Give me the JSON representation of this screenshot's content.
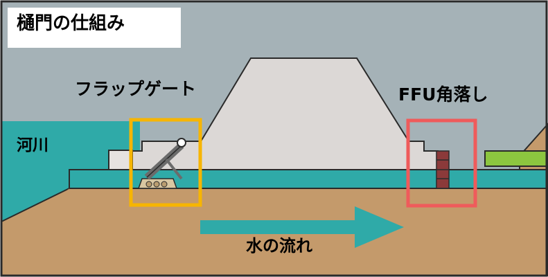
{
  "title": "樋門の仕組み",
  "labels": {
    "flap_gate": "フラップゲート",
    "ffu_stoplog": "FFU角落し",
    "river": "河川",
    "water_flow": "水の流れ"
  },
  "colors": {
    "sky": "#a5b2b7",
    "river_water": "#2faaa8",
    "pipe_water": "#2faaa8",
    "earth": "#c49a6b",
    "levee": "#dcd8d6",
    "flap_gate_frame": "#f7b500",
    "ffu_frame": "#ef5b5b",
    "stoplog": "#8b3a3a",
    "grass": "#8cc63f",
    "border": "#2a2a2a"
  },
  "icons": {
    "arrow": "right-arrow-icon",
    "flap_gate": "flap-gate-icon",
    "stoplog": "stoplog-icon"
  }
}
